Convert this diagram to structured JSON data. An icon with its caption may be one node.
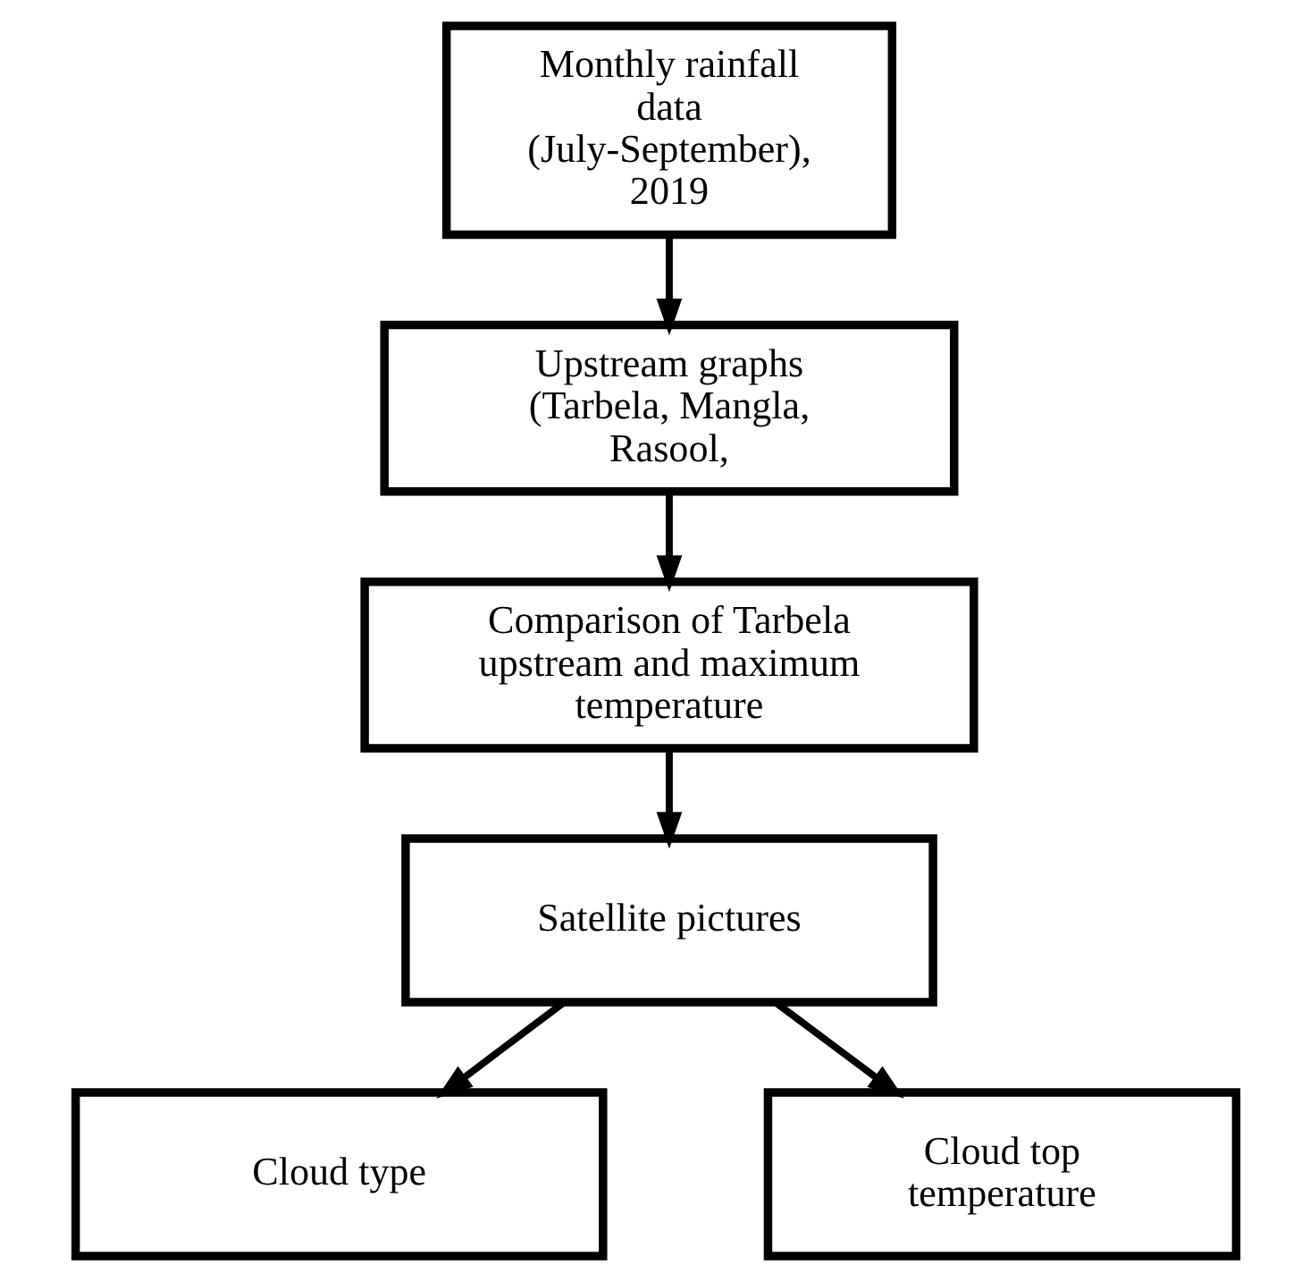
{
  "diagram": {
    "nodes": [
      {
        "text": [
          "Monthly rainfall data (July-September), 2019"
        ]
      },
      {
        "text": [
          "Upstream graphs (Tarbela, Mangla, Rasool,"
        ]
      },
      {
        "text": [
          "Comparison of Tarbela upstream and maximum temperature"
        ]
      },
      {
        "text": [
          "Satellite pictures"
        ]
      },
      {
        "text": [
          "Cloud type"
        ]
      },
      {
        "text": [
          "Cloud top temperature"
        ]
      }
    ],
    "edges": [
      {
        "from": 0,
        "to": 1,
        "arrow": "to"
      },
      {
        "from": 1,
        "to": 2,
        "arrow": "to"
      },
      {
        "from": 2,
        "to": 3,
        "arrow": "to"
      },
      {
        "from": 3,
        "to": 4,
        "arrow": "to"
      },
      {
        "from": 3,
        "to": 5,
        "arrow": "to"
      }
    ]
  }
}
